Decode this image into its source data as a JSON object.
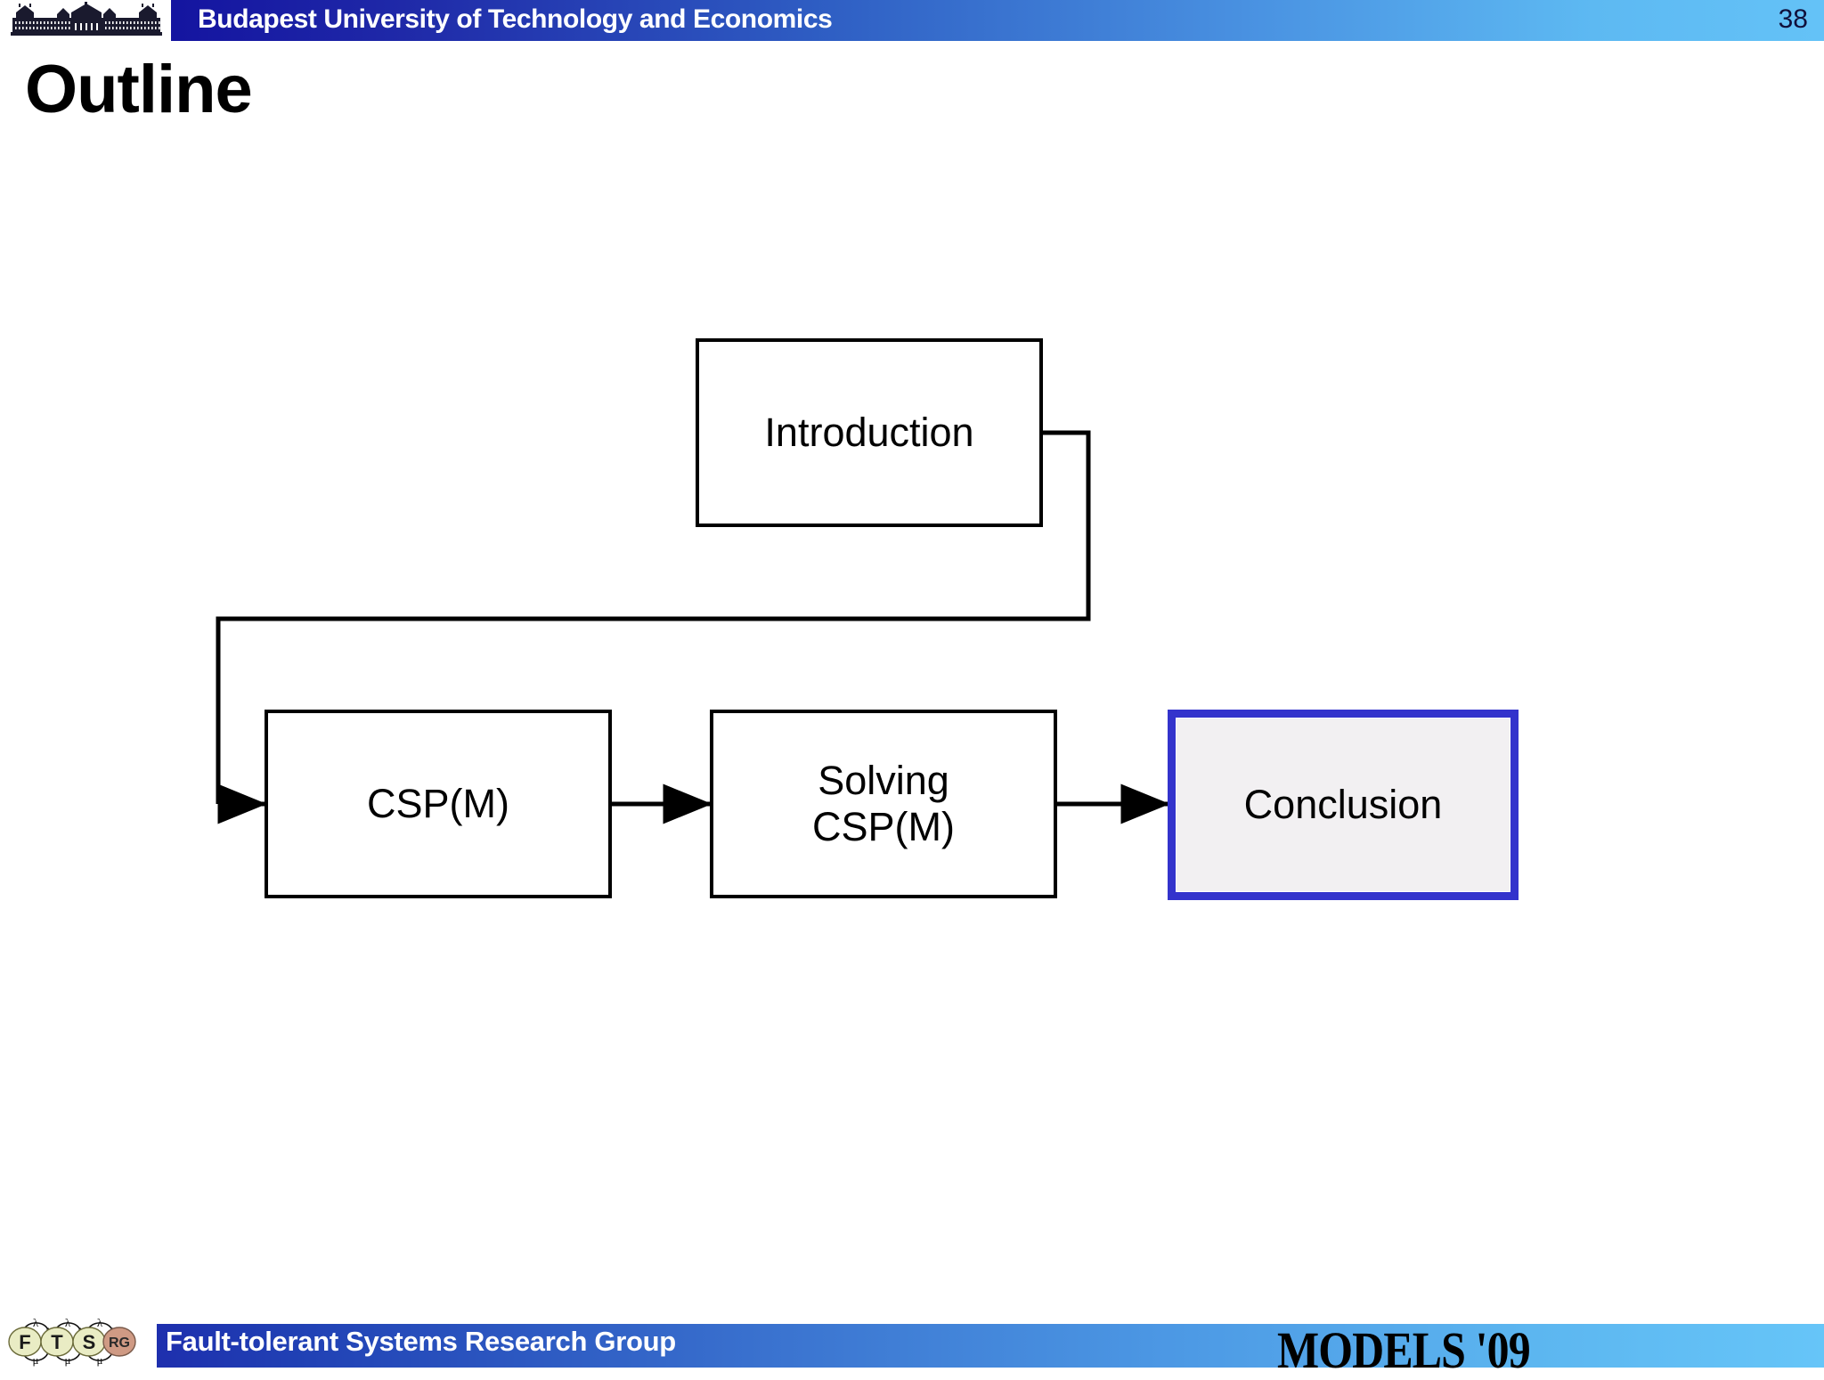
{
  "header": {
    "university": "Budapest University of Technology and Economics",
    "page_number": "38",
    "logo_icon": "bme-building-logo-icon",
    "gradient_from": "#1414a0",
    "gradient_to": "#64c2f7"
  },
  "slide": {
    "title": "Outline"
  },
  "diagram": {
    "type": "flowchart",
    "nodes": [
      {
        "id": "introduction",
        "label": "Introduction",
        "highlighted": false
      },
      {
        "id": "cspm",
        "label": "CSP(M)",
        "highlighted": false
      },
      {
        "id": "solving-cspm",
        "label": "Solving\nCSP(M)",
        "line1": "Solving",
        "line2": "CSP(M)",
        "highlighted": false
      },
      {
        "id": "conclusion",
        "label": "Conclusion",
        "highlighted": true
      }
    ],
    "edges": [
      {
        "from": "introduction",
        "to": "cspm"
      },
      {
        "from": "cspm",
        "to": "solving-cspm"
      },
      {
        "from": "solving-cspm",
        "to": "conclusion"
      }
    ],
    "highlight_border_color": "#3333cc",
    "highlight_fill_color": "#f2f0f2",
    "box_border_color": "#000000",
    "box_fill_color": "#ffffff"
  },
  "footer": {
    "group": "Fault-tolerant Systems Research Group",
    "conference": "MODELS '09",
    "logo_icon": "ftsrg-logo-icon",
    "logo_letters": [
      "F",
      "T",
      "S",
      "RG"
    ],
    "logo_arc_top_label": "λ",
    "logo_arc_bottom_label": "μ",
    "gradient_from": "#1b1ba6",
    "gradient_to": "#66c5f8"
  }
}
